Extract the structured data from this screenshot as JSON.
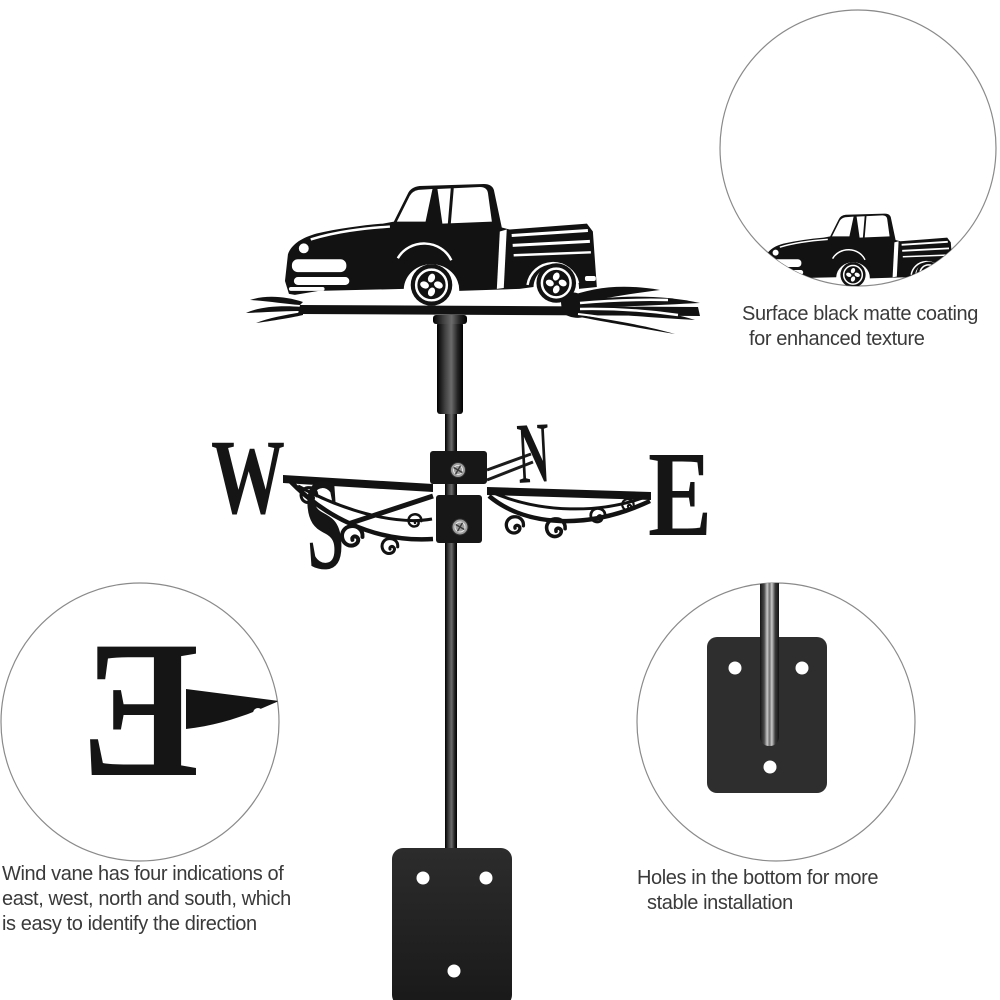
{
  "page": {
    "background": "#ffffff"
  },
  "product": {
    "color": "#141414",
    "direction_letters": {
      "west": "W",
      "east": "E",
      "north": "N",
      "south": "S"
    }
  },
  "callouts": {
    "coating": {
      "line1": "Surface black matte coating",
      "line2": "for enhanced texture"
    },
    "wind_directions": {
      "magnified_letter": "E",
      "line1": "Wind vane has four indications of",
      "line2": "east, west, north and south, which",
      "line3": "is easy to identify the direction"
    },
    "installation": {
      "line1": "Holes in the bottom for more",
      "line2": "stable installation"
    }
  },
  "colors": {
    "annotation_text": "#3a3a3a",
    "circle_border": "#8a8a8a"
  }
}
